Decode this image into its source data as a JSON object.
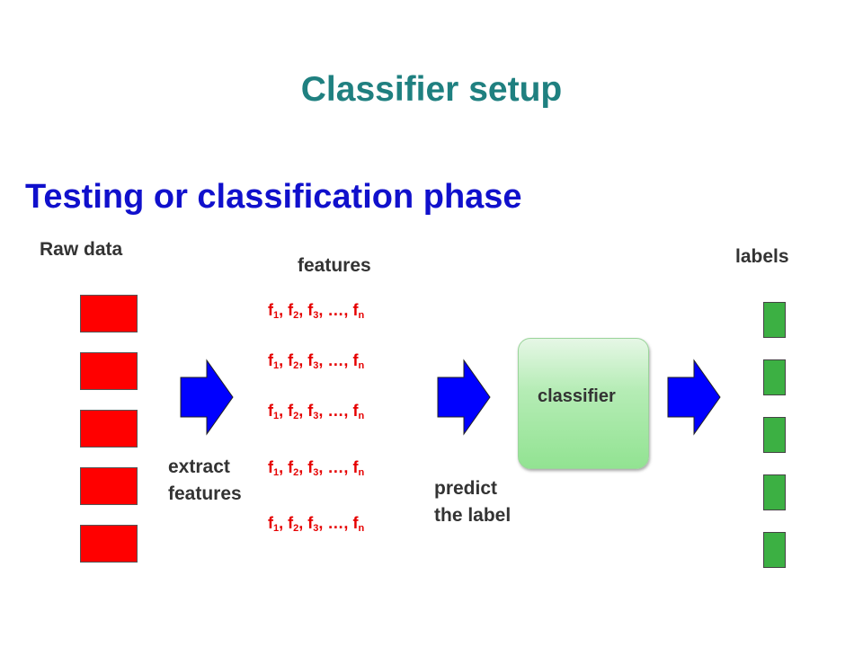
{
  "title": "Classifier setup",
  "subtitle": "Testing or classification phase",
  "labels": {
    "raw_data": "Raw data",
    "features": "features",
    "labels": "labels",
    "extract_line1": "extract",
    "extract_line2": "features",
    "predict_line1": "predict",
    "predict_line2": "the label",
    "classifier": "classifier"
  },
  "feature_row": {
    "f": "f",
    "sep": ", ",
    "ellipsis": "…",
    "subscripts": [
      "1",
      "2",
      "3",
      "n"
    ]
  },
  "colors": {
    "title": "#1f8080",
    "subtitle": "#1010cc",
    "raw_box": "#ff0000",
    "label_box": "#3cb043",
    "feature_text": "#e60000",
    "arrow": "#0000ff"
  }
}
